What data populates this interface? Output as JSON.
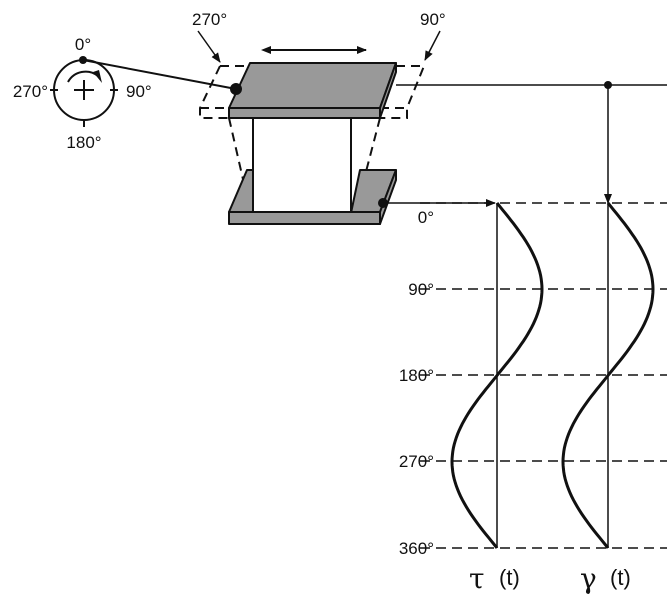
{
  "dial": {
    "top": "0°",
    "right": "90°",
    "bottom": "180°",
    "left": "270°"
  },
  "plate_labels": {
    "left": "270°",
    "right": "90°"
  },
  "phase_labels": [
    "0°",
    "90°",
    "180°",
    "270°",
    "360°"
  ],
  "curves": [
    {
      "symbol": "τ",
      "arg": "(t)",
      "phase_shift_deg": 0
    },
    {
      "symbol": "γ",
      "arg": "(t)",
      "phase_shift_deg": 0
    }
  ],
  "colors": {
    "plate": "#999999",
    "line": "#111111"
  }
}
